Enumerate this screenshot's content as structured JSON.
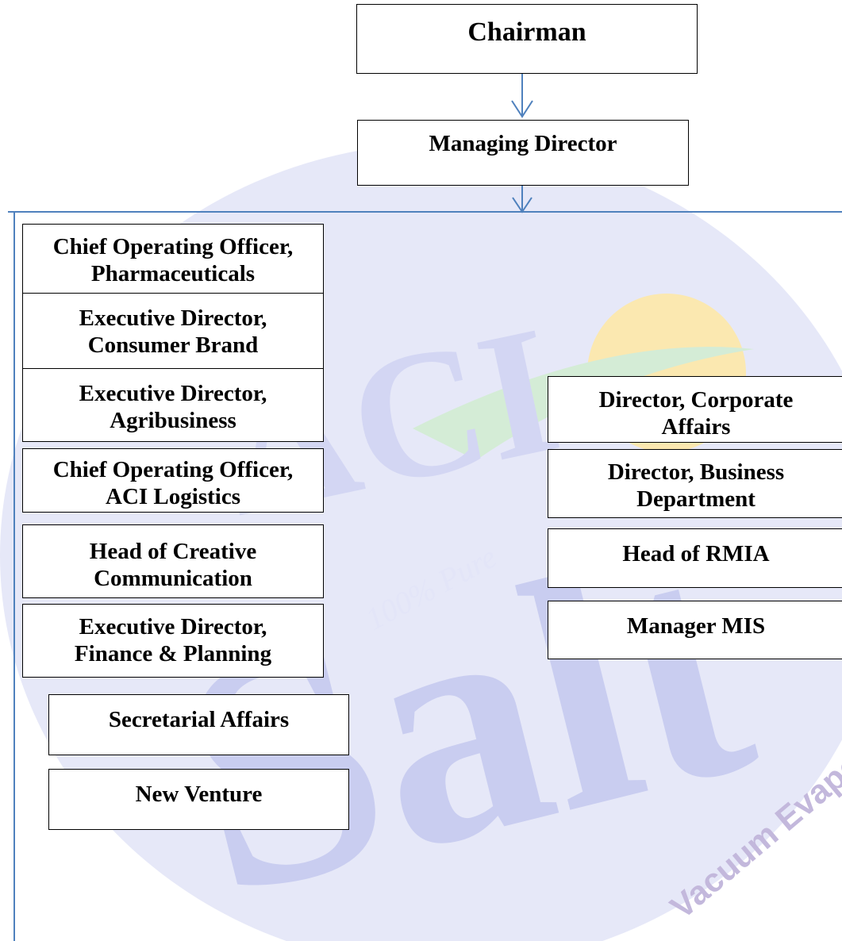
{
  "chairman": "Chairman",
  "managing_director": "Managing Director",
  "left_boxes": [
    {
      "line1": "Chief Operating Officer,",
      "line2": "Pharmaceuticals"
    },
    {
      "line1": "Executive Director,",
      "line2": "Consumer Brand"
    },
    {
      "line1": "Executive Director,",
      "line2": "Agribusiness"
    },
    {
      "line1": "Chief Operating Officer,",
      "line2": "ACI Logistics"
    },
    {
      "line1": "Head of Creative",
      "line2": "Communication"
    },
    {
      "line1": "Executive Director,",
      "line2": "Finance & Planning"
    },
    {
      "line1": "Secretarial Affairs"
    },
    {
      "line1": "New Venture"
    }
  ],
  "right_boxes": [
    {
      "line1": "Director, Corporate",
      "line2": "Affairs"
    },
    {
      "line1": "Director, Business",
      "line2": "Department"
    },
    {
      "line1": "Head of RMIA"
    },
    {
      "line1": "Manager MIS"
    }
  ],
  "watermark": {
    "brand": "ACI",
    "product": "Salt",
    "tagline": "100% Pure",
    "arc_text": "Vacuum Evaporated"
  },
  "colors": {
    "connector": "#4f81bd",
    "box_border": "#000000",
    "watermark_blue": "#c9cdf0",
    "watermark_sun": "#fbe8b0",
    "watermark_leaf": "#d4ecd6"
  }
}
